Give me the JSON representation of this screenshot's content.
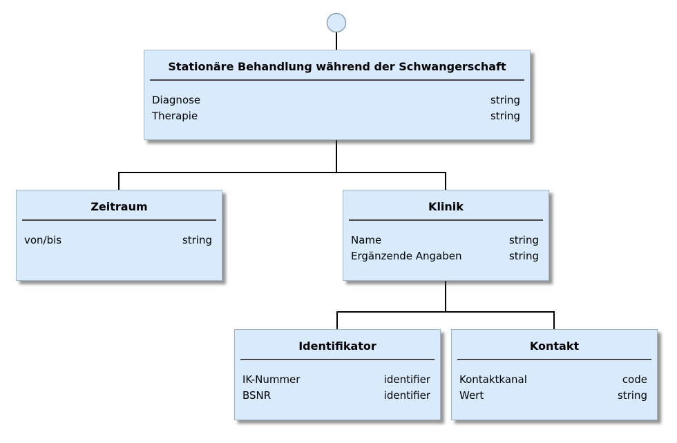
{
  "diagram": {
    "type": "entity-tree",
    "terminator": {
      "shape": "circle"
    },
    "colors": {
      "node_fill": "#d8eafc",
      "node_border": "#9db3c6",
      "divider": "#444444",
      "connector": "#000000",
      "text": "#000000"
    },
    "nodes": [
      {
        "id": "root",
        "title": "Stationäre Behandlung während der Schwangerschaft",
        "attributes": [
          {
            "name": "Diagnose",
            "type": "string"
          },
          {
            "name": "Therapie",
            "type": "string"
          }
        ]
      },
      {
        "id": "zeitraum",
        "title": "Zeitraum",
        "attributes": [
          {
            "name": "von/bis",
            "type": "string"
          }
        ]
      },
      {
        "id": "klinik",
        "title": "Klinik",
        "attributes": [
          {
            "name": "Name",
            "type": "string"
          },
          {
            "name": "Ergänzende Angaben",
            "type": "string"
          }
        ]
      },
      {
        "id": "identifikator",
        "title": "Identifikator",
        "attributes": [
          {
            "name": "IK-Nummer",
            "type": "identifier"
          },
          {
            "name": "BSNR",
            "type": "identifier"
          }
        ]
      },
      {
        "id": "kontakt",
        "title": "Kontakt",
        "attributes": [
          {
            "name": "Kontaktkanal",
            "type": "code"
          },
          {
            "name": "Wert",
            "type": "string"
          }
        ]
      }
    ],
    "edges": [
      {
        "from": "start-circle",
        "to": "root"
      },
      {
        "from": "root",
        "to": "zeitraum"
      },
      {
        "from": "root",
        "to": "klinik"
      },
      {
        "from": "klinik",
        "to": "identifikator"
      },
      {
        "from": "klinik",
        "to": "kontakt"
      }
    ]
  }
}
